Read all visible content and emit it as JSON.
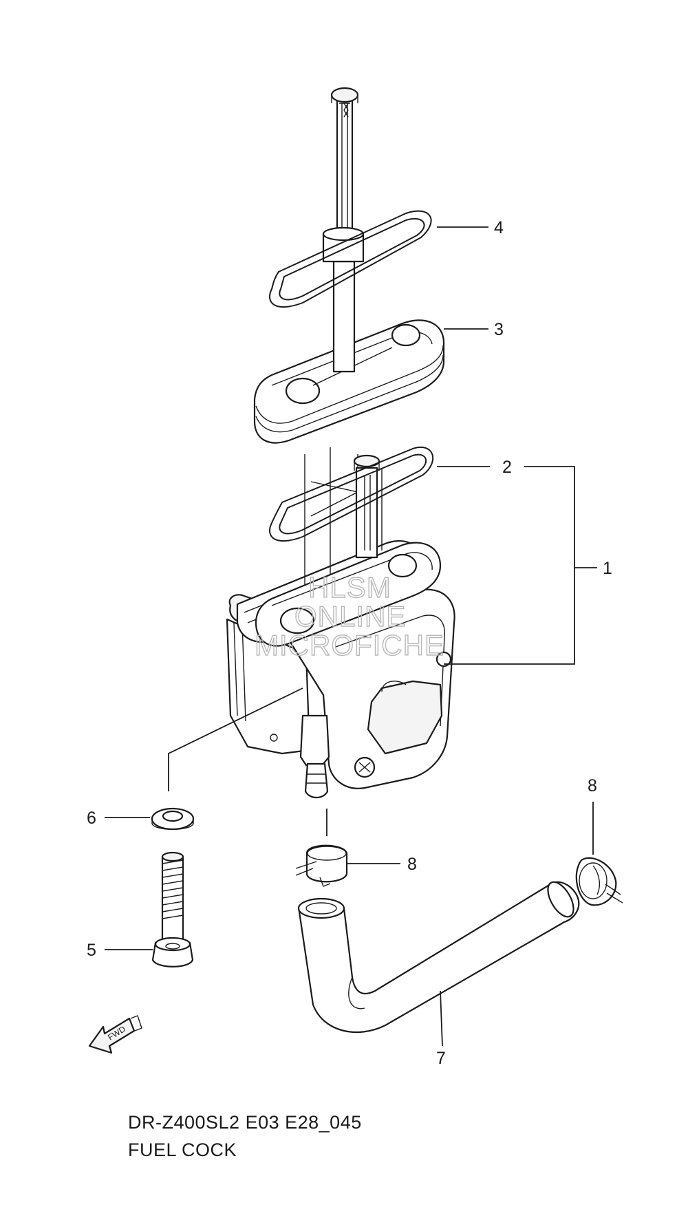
{
  "diagram": {
    "callouts": [
      {
        "id": "c1",
        "label": "1"
      },
      {
        "id": "c2",
        "label": "2"
      },
      {
        "id": "c3",
        "label": "3"
      },
      {
        "id": "c4",
        "label": "4"
      },
      {
        "id": "c5",
        "label": "5"
      },
      {
        "id": "c6",
        "label": "6"
      },
      {
        "id": "c7",
        "label": "7"
      },
      {
        "id": "c8a",
        "label": "8"
      },
      {
        "id": "c8b",
        "label": "8"
      }
    ],
    "watermark": {
      "line1": "HLSM",
      "line2": "ONLINE",
      "line3": "MICROFICHE"
    },
    "fwd_label": "FWD",
    "model_code": "DR-Z400SL2 E03 E28_045",
    "title": "FUEL COCK"
  }
}
